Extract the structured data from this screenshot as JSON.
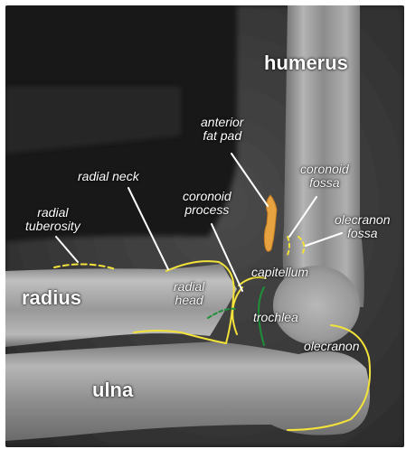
{
  "labels": {
    "humerus": "humerus",
    "radius": "radius",
    "ulna": "ulna",
    "anterior_fat_pad": [
      "anterior",
      "fat pad"
    ],
    "radial_neck": "radial neck",
    "coronoid_fossa": [
      "coronoid",
      "fossa"
    ],
    "coronoid_process": [
      "coronoid",
      "process"
    ],
    "olecranon_fossa": [
      "olecranon",
      "fossa"
    ],
    "radial_tuberosity": [
      "radial",
      "tuberosity"
    ],
    "capitellum": "capitellum",
    "radial_head": [
      "radial",
      "head"
    ],
    "trochlea": "trochlea",
    "olecranon": "olecranon"
  },
  "colors": {
    "outline": "#f2e23a",
    "trochlea_line": "#1f8f3a",
    "fat_pad": "#e8a341",
    "pointer": "#ffffff",
    "film": "#181818"
  }
}
